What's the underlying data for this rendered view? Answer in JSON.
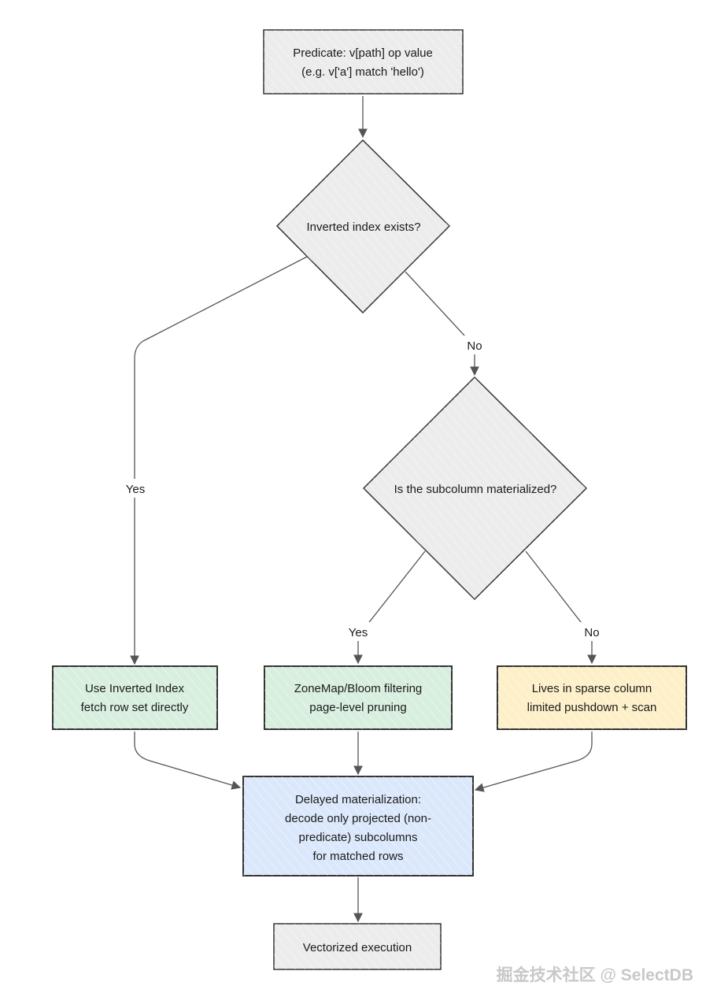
{
  "diagram": {
    "start_node": {
      "line1": "Predicate: v[path] op value",
      "line2": "(e.g. v['a'] match 'hello')"
    },
    "decision_index": {
      "label": "Inverted index exists?"
    },
    "decision_subcolumn": {
      "label": "Is the subcolumn materialized?"
    },
    "edge_labels": {
      "index_yes": "Yes",
      "index_no": "No",
      "subcolumn_yes": "Yes",
      "subcolumn_no": "No"
    },
    "inverted_index_node": {
      "line1": "Use Inverted Index",
      "line2": "fetch row set directly"
    },
    "zonemap_node": {
      "line1": "ZoneMap/Bloom filtering",
      "line2": "page-level pruning"
    },
    "sparse_node": {
      "line1": "Lives in sparse column",
      "line2": "limited pushdown + scan"
    },
    "materialization_node": {
      "line1": "Delayed materialization:",
      "line2": "decode only projected (non-",
      "line3": "predicate) subcolumns",
      "line4": "for matched rows"
    },
    "execution_node": {
      "label": "Vectorized execution"
    },
    "watermark": "掘金技术社区 @ SelectDB"
  },
  "colors": {
    "gray_fill": "#ececec",
    "green_fill": "#d8efdf",
    "yellow_fill": "#fdf0c8",
    "blue_fill": "#dbe8fb",
    "stroke": "#333333",
    "connector": "#555555",
    "watermark": "#c8c8c8"
  }
}
